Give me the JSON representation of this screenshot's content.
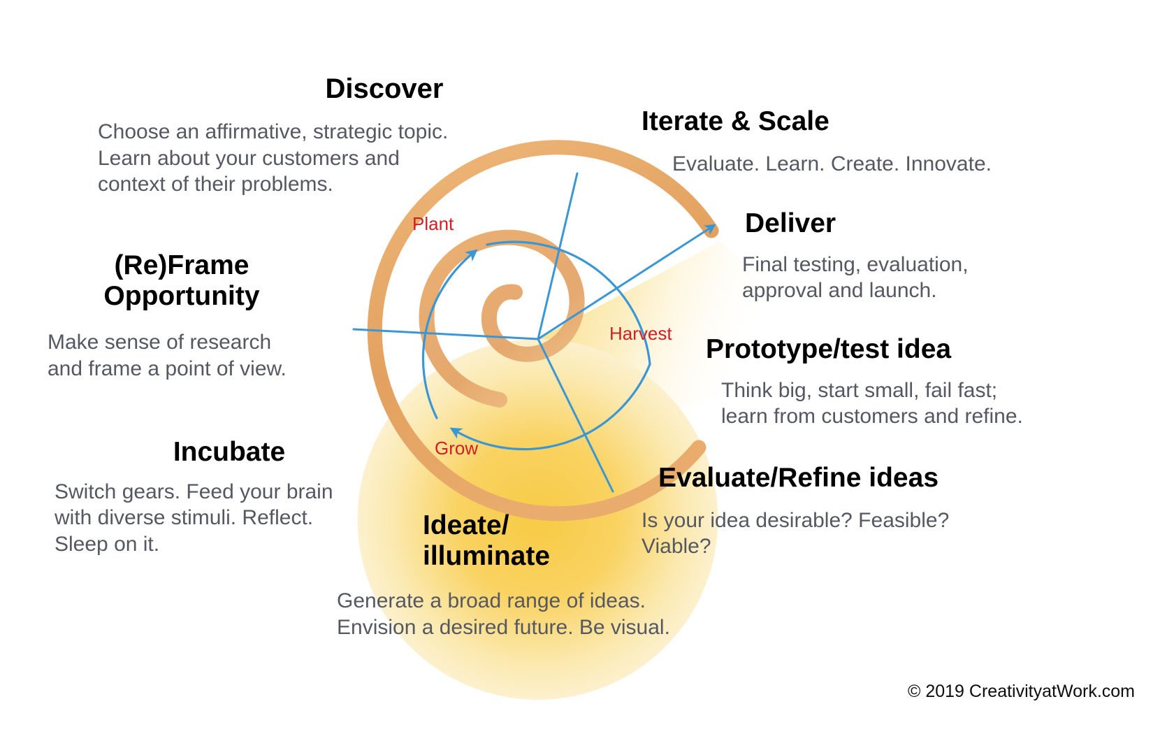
{
  "diagram": {
    "title": "Creative Problem Solving / Design Thinking Spiral",
    "colors": {
      "spiral_orange": "#e9a762",
      "spiral_orange_light": "#edb878",
      "wedge_yellow": "#f6cf4f",
      "arrow_blue": "#3b96d4",
      "label_red": "#cf2026",
      "heading_black": "#000000",
      "body_gray": "#555861",
      "background": "#ffffff"
    },
    "inner_labels": [
      {
        "name": "plant-label",
        "text": "Plant"
      },
      {
        "name": "harvest-label",
        "text": "Harvest"
      },
      {
        "name": "grow-label",
        "text": "Grow"
      }
    ],
    "stages": {
      "discover": {
        "heading": "Discover",
        "body": "Choose an affirmative, strategic topic.\nLearn about your customers and\ncontext of their problems."
      },
      "reframe": {
        "heading": "(Re)Frame\nOpportunity",
        "body": "Make sense of research\nand frame a point of view."
      },
      "incubate": {
        "heading": "Incubate",
        "body": "Switch gears. Feed your brain\nwith diverse stimuli. Reflect.\nSleep on it."
      },
      "ideate": {
        "heading": "Ideate/\nilluminate",
        "body": "Generate a broad range of ideas.\nEnvision a desired future. Be visual."
      },
      "iterate": {
        "heading": "Iterate & Scale",
        "body": "Evaluate. Learn. Create. Innovate."
      },
      "deliver": {
        "heading": "Deliver",
        "body": "Final testing, evaluation,\napproval and launch."
      },
      "prototype": {
        "heading": "Prototype/test idea",
        "body": "Think big, start small, fail fast;\nlearn from customers and refine."
      },
      "evaluate": {
        "heading": "Evaluate/Refine ideas",
        "body": "Is your idea desirable? Feasible?\nViable?"
      }
    },
    "footer": {
      "copyright": "© 2019 CreativityatWork.com"
    }
  }
}
